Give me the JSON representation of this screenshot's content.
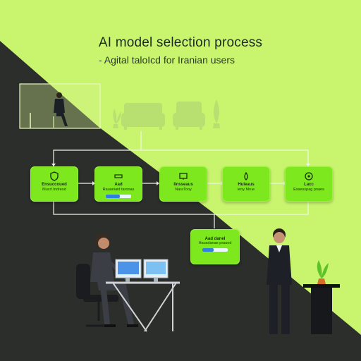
{
  "title": "AI model selection process",
  "subtitle": "- Agital taloIcd for Iranian users",
  "colors": {
    "lime": "#c9f56e",
    "dark": "#2b2e2b",
    "card": "#7ee81f",
    "accent": "#2f7fe0"
  },
  "cards": [
    {
      "icon": "shield-icon",
      "line1": "Ensuccoued",
      "line2": "Mucd Indreod"
    },
    {
      "icon": "slider-icon",
      "line1": "Aad",
      "line2": "Rauaniaid taronas",
      "progress": 0.55
    },
    {
      "icon": "monitor-icon",
      "line1": "Iinsseaus",
      "line2": "NaraTooy"
    },
    {
      "icon": "leaf-icon",
      "line1": "Huleaus",
      "line2": "ieny Mrue"
    },
    {
      "icon": "target-icon",
      "line1": "Lacc",
      "line2": "Esaesspag pnaes"
    }
  ],
  "popup": {
    "line1": "Aad danel",
    "line2": "Hausdanae prauod",
    "progress": 0.45
  }
}
